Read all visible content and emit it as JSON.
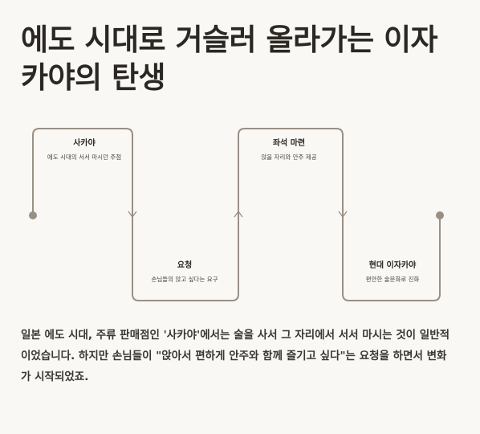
{
  "title": "에도 시대로 거슬러 올라가는 이자카야의 탄생",
  "colors": {
    "background": "#faf8f4",
    "line": "#9a8f84",
    "text": "#2b2824"
  },
  "diagram": {
    "steps": [
      {
        "title": "사카야",
        "desc": "에도 시대의 서서 마시던 주점"
      },
      {
        "title": "요청",
        "desc": "손님들의 앉고 싶다는 요구"
      },
      {
        "title": "좌석 마련",
        "desc": "앉을 자리와 안주 제공"
      },
      {
        "title": "현대 이자카야",
        "desc": "편안한 술문화로 진화"
      }
    ]
  },
  "paragraph": "일본 에도 시대, 주류 판매점인 '사카야'에서는 술을 사서 그 자리에서 서서 마시는 것이 일반적이었습니다. 하지만 손님들이 \"앉아서 편하게 안주와 함께 즐기고 싶다\"는 요청을 하면서 변화가 시작되었죠."
}
